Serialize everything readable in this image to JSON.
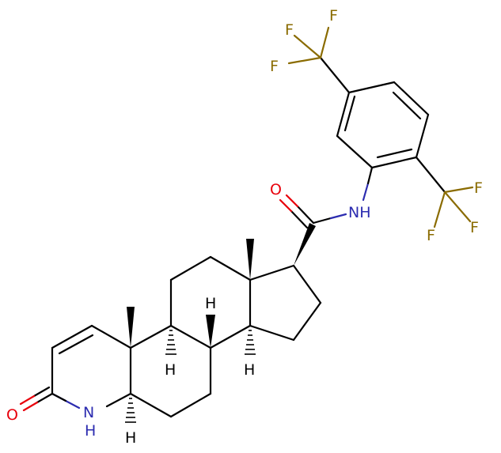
{
  "colors": {
    "bond": "#000000",
    "oxygen": "#e8000b",
    "nitrogen": "#2c2cb0",
    "fluorine": "#8a6b00",
    "hydrogen": "#000000"
  },
  "atoms": {
    "o_lactam": "O",
    "n_lactam": "N",
    "h_lactam": "H",
    "o_amide": "O",
    "n_amide": "NH",
    "f1": "F",
    "f2": "F",
    "f3": "F",
    "f4": "F",
    "f5": "F",
    "f6": "F",
    "h_c9": "H",
    "h_c8": "H",
    "h_c14": "H",
    "h_c5": "H"
  }
}
